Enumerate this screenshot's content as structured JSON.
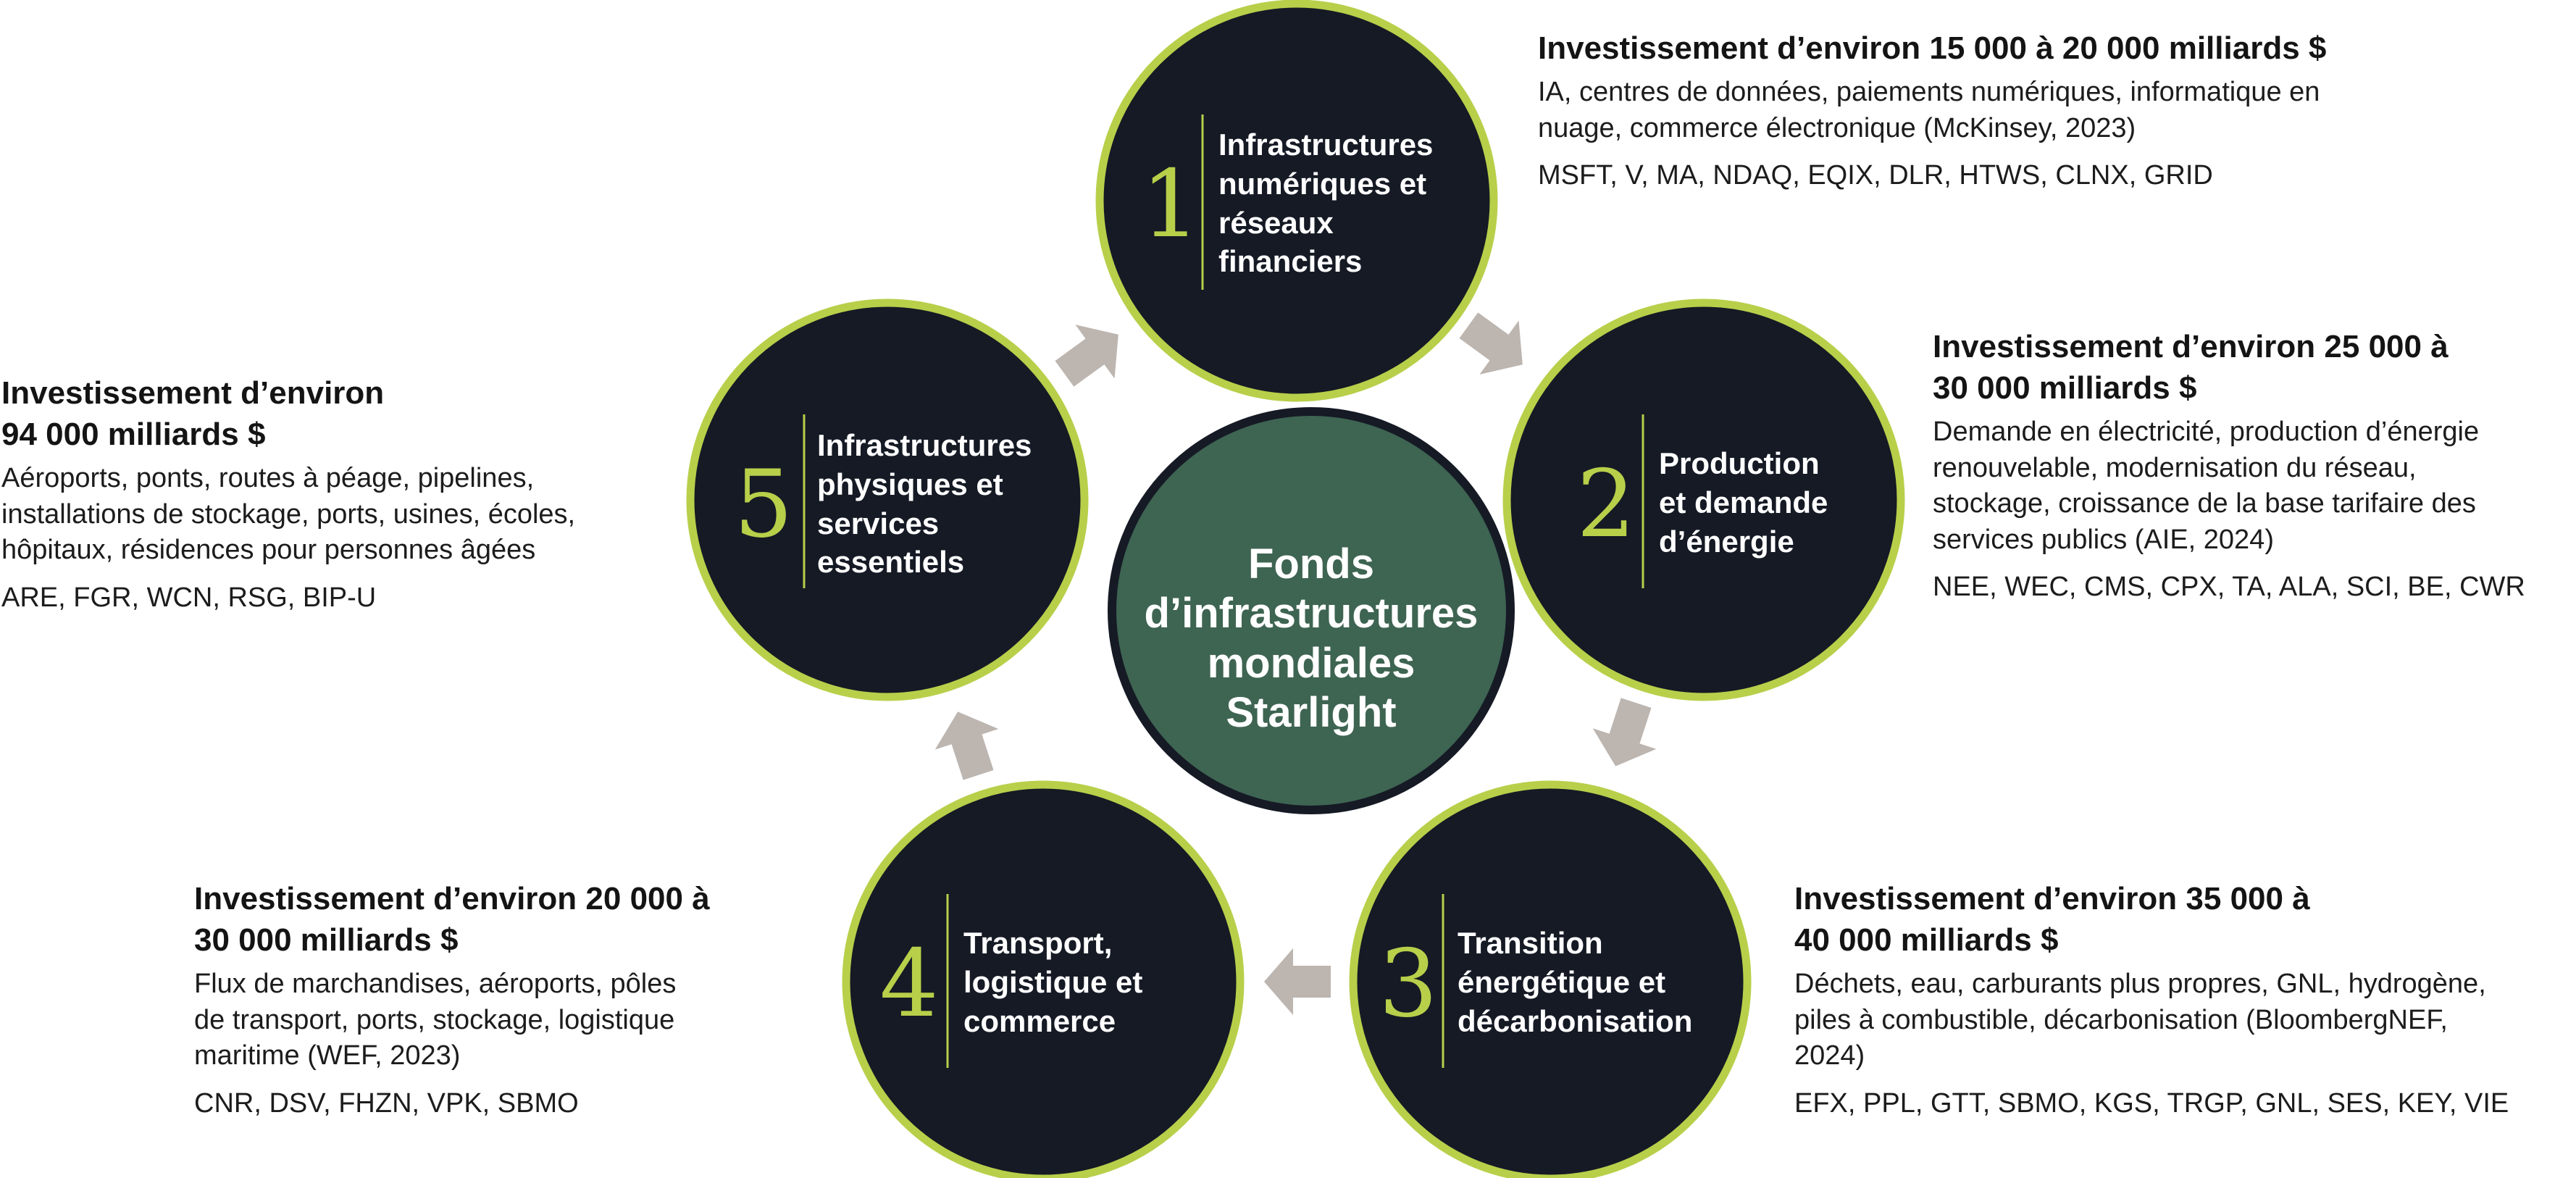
{
  "center": {
    "lines": [
      "Fonds",
      "d’infrastructures",
      "mondiales",
      "Starlight"
    ]
  },
  "colors": {
    "circle_fill": "#151a25",
    "circle_ring": "#b8cf4a",
    "numeral": "#b8cf4a",
    "center_fill": "#3e6452",
    "center_ring": "#151a25",
    "arrow": "#bcb5b0",
    "text": "#141414"
  },
  "segments": [
    {
      "number": "1",
      "label_lines": [
        "Infrastructures",
        "numériques et",
        "réseaux",
        "financiers"
      ],
      "heading_lines": [
        "Investissement d’environ 15 000 à 20 000 milliards $"
      ],
      "description_lines": [
        "IA, centres de données, paiements numériques, informatique en",
        "nuage, commerce électronique (McKinsey, 2023)"
      ],
      "tickers": "MSFT, V, MA, NDAQ, EQIX, DLR, HTWS, CLNX, GRID"
    },
    {
      "number": "2",
      "label_lines": [
        "Production",
        "et demande",
        "d’énergie"
      ],
      "heading_lines": [
        "Investissement d’environ 25 000 à",
        "30 000 milliards $"
      ],
      "description_lines": [
        "Demande en électricité, production d’énergie",
        "renouvelable, modernisation du réseau,",
        "stockage, croissance de la base tarifaire des",
        "services publics (AIE, 2024)"
      ],
      "tickers": "NEE, WEC, CMS, CPX, TA, ALA, SCI, BE, CWR"
    },
    {
      "number": "3",
      "label_lines": [
        "Transition",
        "énergétique et",
        "décarbonisation"
      ],
      "heading_lines": [
        "Investissement d’environ 35 000 à",
        "40 000 milliards $"
      ],
      "description_lines": [
        "Déchets, eau, carburants plus propres, GNL, hydrogène,",
        "piles à combustible, décarbonisation (BloombergNEF,",
        "2024)"
      ],
      "tickers": "EFX, PPL, GTT, SBMO, KGS, TRGP, GNL, SES, KEY, VIE"
    },
    {
      "number": "4",
      "label_lines": [
        "Transport,",
        "logistique et",
        "commerce"
      ],
      "heading_lines": [
        "Investissement d’environ 20 000 à",
        "30 000 milliards $"
      ],
      "description_lines": [
        "Flux de marchandises, aéroports, pôles",
        "de transport, ports, stockage, logistique",
        "maritime (WEF, 2023)"
      ],
      "tickers": "CNR, DSV, FHZN, VPK, SBMO"
    },
    {
      "number": "5",
      "label_lines": [
        "Infrastructures",
        "physiques et",
        "services",
        "essentiels"
      ],
      "heading_lines": [
        "Investissement d’environ",
        "94 000 milliards $"
      ],
      "description_lines": [
        "Aéroports, ponts, routes à péage, pipelines,",
        "installations de stockage, ports, usines, écoles,",
        "hôpitaux, résidences pour personnes âgées"
      ],
      "tickers": "ARE, FGR, WCN, RSG, BIP-U"
    }
  ]
}
